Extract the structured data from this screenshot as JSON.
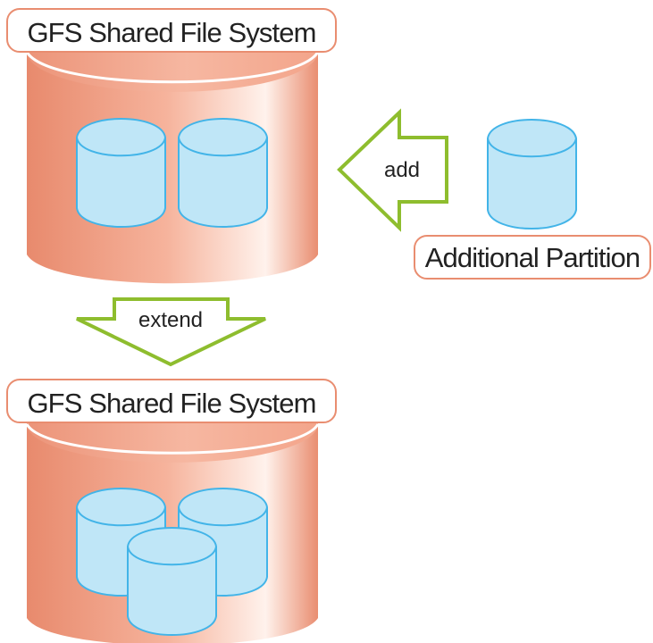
{
  "diagram": {
    "top_system_label": "GFS Shared File System",
    "bottom_system_label": "GFS Shared File System",
    "additional_partition_label": "Additional Partition",
    "add_arrow_label": "add",
    "extend_arrow_label": "extend"
  },
  "colors": {
    "system_cylinder": "#e98d70",
    "system_cylinder_light": "#fff1ec",
    "label_border": "#e98d70",
    "partition_fill": "#bfe6f7",
    "partition_stroke": "#42b4e8",
    "arrow_stroke": "#8ebd2e",
    "text": "#222222"
  },
  "icons": {
    "file_system_cylinder": "database-cylinder-icon",
    "partition": "disk-cylinder-icon",
    "add_arrow": "left-arrow-icon",
    "extend_arrow": "down-arrow-icon"
  }
}
